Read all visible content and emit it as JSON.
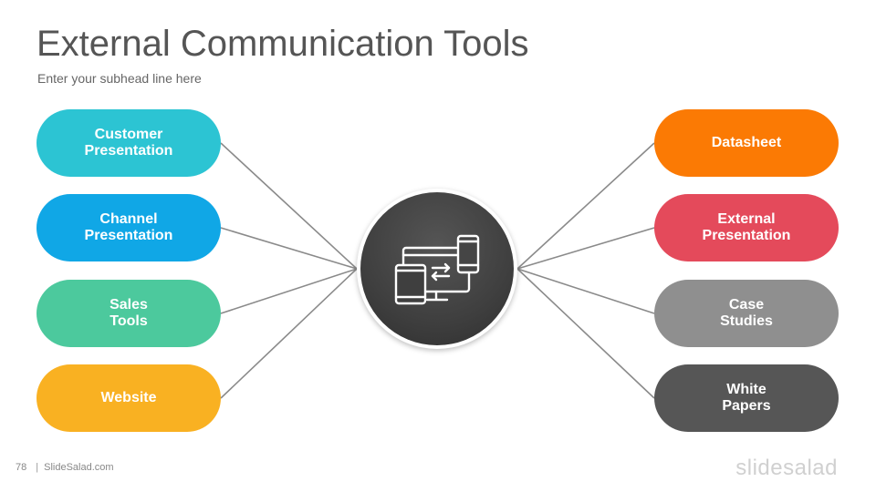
{
  "title": "External Communication Tools",
  "subtitle": "Enter your subhead line here",
  "left_items": [
    {
      "label": "Customer\nPresentation",
      "color": "#2cc4d3"
    },
    {
      "label": "Channel\nPresentation",
      "color": "#10a7e6"
    },
    {
      "label": "Sales\nTools",
      "color": "#4cc99d"
    },
    {
      "label": "Website",
      "color": "#f9b122"
    }
  ],
  "right_items": [
    {
      "label": "Datasheet",
      "color": "#fb7a04"
    },
    {
      "label": "External\nPresentation",
      "color": "#e44a5b"
    },
    {
      "label": "Case\nStudies",
      "color": "#8f8f8f"
    },
    {
      "label": "White\nPapers",
      "color": "#565656"
    }
  ],
  "hub": {
    "icon": "devices-sync-icon",
    "color": "#3f3f3f"
  },
  "connector_color": "#8a8a8a",
  "footer": {
    "page_number": "78",
    "site": "SlideSalad.com"
  },
  "logo": "slidesalad"
}
